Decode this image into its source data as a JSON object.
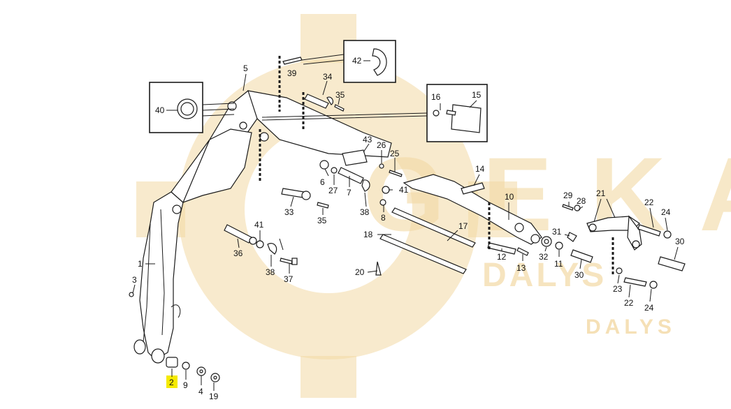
{
  "watermark": {
    "brand": "G E K A",
    "sub1": "DALYS",
    "sub2": "DALYS",
    "color": "#f3d9a4"
  },
  "highlight_color": "#f5ea00",
  "labels": {
    "p1": "1",
    "p2": "2",
    "p3": "3",
    "p4": "4",
    "p5": "5",
    "p6": "6",
    "p7": "7",
    "p8": "8",
    "p9": "9",
    "p10": "10",
    "p11": "11",
    "p12": "12",
    "p13": "13",
    "p14": "14",
    "p15": "15",
    "p16": "16",
    "p17": "17",
    "p18": "18",
    "p19": "19",
    "p20": "20",
    "p21": "21",
    "p22a": "22",
    "p22b": "22",
    "p23": "23",
    "p24a": "24",
    "p24b": "24",
    "p25": "25",
    "p26": "26",
    "p27": "27",
    "p28": "28",
    "p29": "29",
    "p30a": "30",
    "p30b": "30",
    "p31": "31",
    "p32": "32",
    "p33": "33",
    "p34": "34",
    "p35a": "35",
    "p35b": "35",
    "p36": "36",
    "p37": "37",
    "p38a": "38",
    "p38b": "38",
    "p39": "39",
    "p40": "40",
    "p41a": "41",
    "p41b": "41",
    "p42": "42",
    "p43": "43"
  }
}
